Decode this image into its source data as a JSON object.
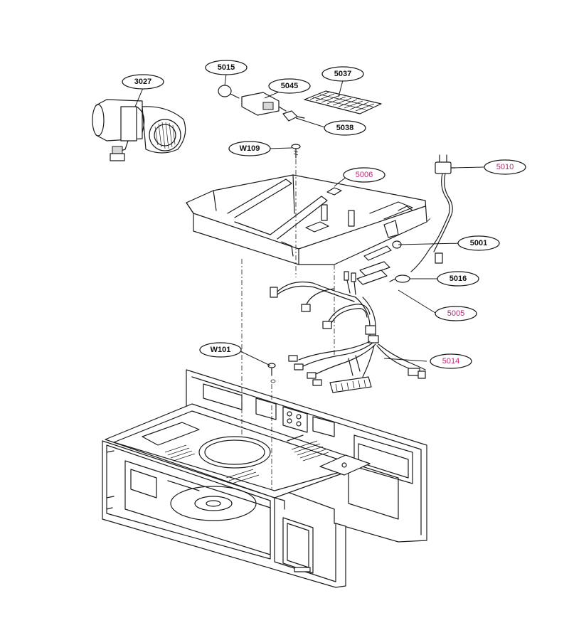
{
  "colors": {
    "line": "#1a1a1a",
    "callout_black": "#111111",
    "callout_magenta": "#c0247a"
  },
  "callouts": {
    "c3027": {
      "label": "3027",
      "highlight": false
    },
    "c5015": {
      "label": "5015",
      "highlight": false
    },
    "c5045": {
      "label": "5045",
      "highlight": false
    },
    "c5037": {
      "label": "5037",
      "highlight": false
    },
    "c5038": {
      "label": "5038",
      "highlight": false
    },
    "cW109": {
      "label": "W109",
      "highlight": false
    },
    "c5006": {
      "label": "5006",
      "highlight": true
    },
    "c5010": {
      "label": "5010",
      "highlight": true
    },
    "c5001": {
      "label": "5001",
      "highlight": false
    },
    "c5016": {
      "label": "5016",
      "highlight": false
    },
    "c5005": {
      "label": "5005",
      "highlight": true
    },
    "cW101": {
      "label": "W101",
      "highlight": false
    },
    "c5014": {
      "label": "5014",
      "highlight": true
    }
  }
}
